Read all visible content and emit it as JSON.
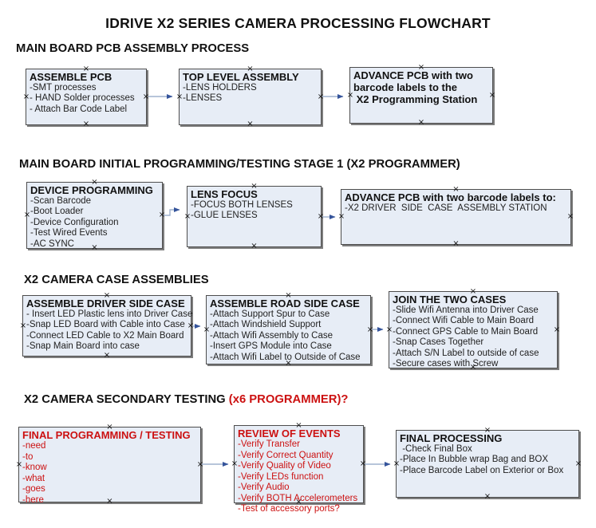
{
  "title": "IDRIVE X2  SERIES CAMERA PROCESSING FLOWCHART",
  "sections": {
    "s1": {
      "header": "MAIN BOARD PCB ASSEMBLY PROCESS"
    },
    "s2": {
      "header": "MAIN BOARD INITIAL PROGRAMMING/TESTING STAGE 1 (X2 PROGRAMMER)"
    },
    "s3": {
      "header": "X2 CAMERA CASE ASSEMBLIES"
    },
    "s4": {
      "header_black": "X2 CAMERA SECONDARY TESTING ",
      "header_red": " (x6 PROGRAMMER)?"
    }
  },
  "boxes": {
    "assemble_pcb": {
      "title": "ASSEMBLE PCB",
      "lines": [
        "-SMT processes",
        "- HAND Solder processes",
        "- Attach Bar Code Label"
      ]
    },
    "top_level_assembly": {
      "title": "TOP LEVEL ASSEMBLY",
      "lines": [
        "-LENS HOLDERS",
        "-LENSES"
      ]
    },
    "advance_pcb_station": {
      "title": "ADVANCE PCB with two\nbarcode labels to the\n X2 Programming Station",
      "lines": []
    },
    "device_programming": {
      "title": "DEVICE PROGRAMMING",
      "lines": [
        "-Scan Barcode",
        "-Boot Loader",
        "-Device Configuration",
        "-Test Wired Events",
        "-AC SYNC"
      ]
    },
    "lens_focus": {
      "title": "LENS FOCUS",
      "lines": [
        "-FOCUS BOTH LENSES",
        "-GLUE LENSES"
      ]
    },
    "advance_pcb_driver": {
      "title": "ADVANCE PCB with two barcode labels to:",
      "lines": [
        "-X2 DRIVER  SIDE  CASE  ASSEMBLY STATION"
      ]
    },
    "driver_side_case": {
      "title": "ASSEMBLE DRIVER SIDE CASE",
      "lines": [
        "- Insert LED Plastic lens into Driver Case",
        "-Snap LED Board with Cable into Case",
        "-Connect LED Cable to X2 Main Board",
        "-Snap Main Board into case"
      ]
    },
    "road_side_case": {
      "title": "ASSEMBLE ROAD SIDE CASE",
      "lines": [
        "-Attach Support Spur to Case",
        "-Attach Windshield Support",
        "-Attach Wifi Assembly to Case",
        "-Insert GPS Module into Case",
        "-Attach Wifi Label to Outside of Case"
      ]
    },
    "join_cases": {
      "title": "JOIN THE TWO CASES",
      "lines": [
        "-Slide Wifi Antenna into Driver Case",
        "-Connect Wifi Cable to Main Board",
        "-Connect GPS Cable to Main Board",
        "-Snap Cases Together",
        "-Attach S/N Label to outside of case",
        "-Secure cases with Screw"
      ]
    },
    "final_programming": {
      "title": "FINAL PROGRAMMING / TESTING",
      "lines": [
        "-need",
        "-to",
        "-know",
        "-what",
        "-goes",
        "-here"
      ]
    },
    "review_events": {
      "title": "REVIEW OF EVENTS",
      "lines": [
        "-Verify Transfer",
        "-Verify Correct Quantity",
        "-Verify Quality of Video",
        "-Verify LEDs function",
        "-Verify Audio",
        "-Verify BOTH Accelerometers",
        "-Test of accessory ports?"
      ]
    },
    "final_processing": {
      "title": "FINAL PROCESSING",
      "lines": [
        " -Check Final Box",
        "-Place In Bubble wrap Bag and BOX",
        "-Place Barcode Label on Exterior or Box"
      ]
    }
  },
  "colors": {
    "box_fill": "#e7edf6",
    "box_border": "#4d4d4d",
    "box_shadow": "#7d7d7d",
    "red_text": "#cc1111",
    "arrow_line": "#9fb2ce",
    "arrow_head": "#35549b",
    "text": "#111111"
  },
  "icons": {
    "connection_handle": "×"
  }
}
